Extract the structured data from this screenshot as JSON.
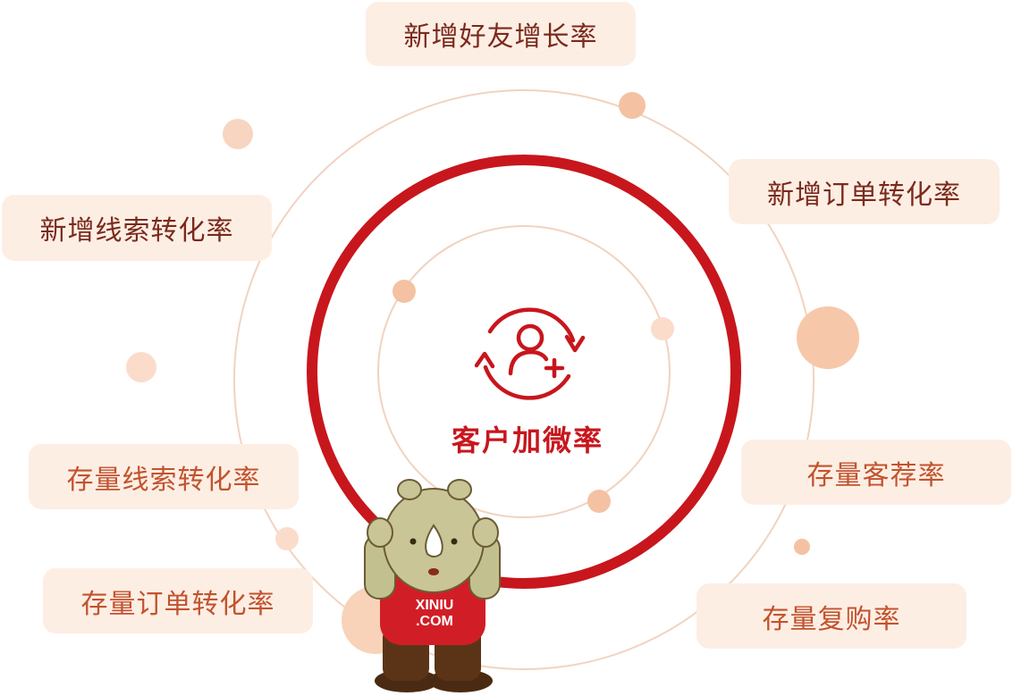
{
  "center": {
    "label": "客户加微率",
    "icon": "user-add-refresh-icon",
    "accent": "#c8161d"
  },
  "metrics": {
    "new_friend_growth": "新增好友增长率",
    "new_order_conversion": "新增订单转化率",
    "new_lead_conversion": "新增线索转化率",
    "stock_lead_conversion": "存量线索转化率",
    "stock_referral": "存量客荐率",
    "stock_order_conversion": "存量订单转化率",
    "stock_repurchase": "存量复购率"
  },
  "mascot": {
    "shirt_text_line1": "XINIU",
    "shirt_text_line2": ".COM"
  },
  "colors": {
    "pill_bg": "#fdeee4",
    "dot": "#f4c2a2",
    "orbit": "#f1d3c0",
    "ring": "#c8161d"
  }
}
